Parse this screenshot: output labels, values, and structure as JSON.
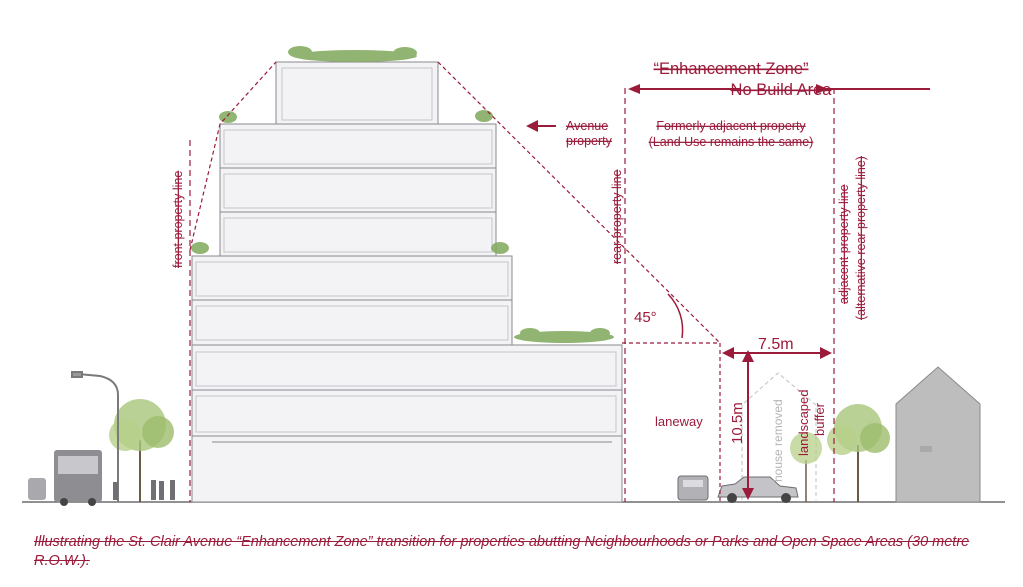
{
  "labels": {
    "zone_title": "“Enhancement Zone”",
    "zone_subtitle": "No Build Area",
    "avenue_property_1": "Avenue",
    "avenue_property_2": "property",
    "formerly_adjacent_1": "Formerly adjacent property",
    "formerly_adjacent_2": "(Land Use remains the same)",
    "front_property_line": "front property line",
    "rear_property_line": "rear property line",
    "adjacent_property_line": "adjacent property line",
    "alternative_rear_property_line": "(alternative rear property line)",
    "angle": "45°",
    "width_dimension": "7.5m",
    "height_dimension": "10.5m",
    "laneway": "laneway",
    "landscaped_buffer_1": "landscaped",
    "landscaped_buffer_2": "buffer",
    "house_removed": "house removed"
  },
  "caption": "Illustrating the St. Clair Avenue “Enhancement Zone” transition for properties abutting Neighbourhoods or Parks and Open Space Areas (30 metre R.O.W.).",
  "colors": {
    "accent": "#9b1b3b",
    "building_fill": "#f3f3f5",
    "building_stroke": "#8a8a90",
    "greenery": "#7fa85a",
    "house_fill": "#bdbdbd"
  }
}
